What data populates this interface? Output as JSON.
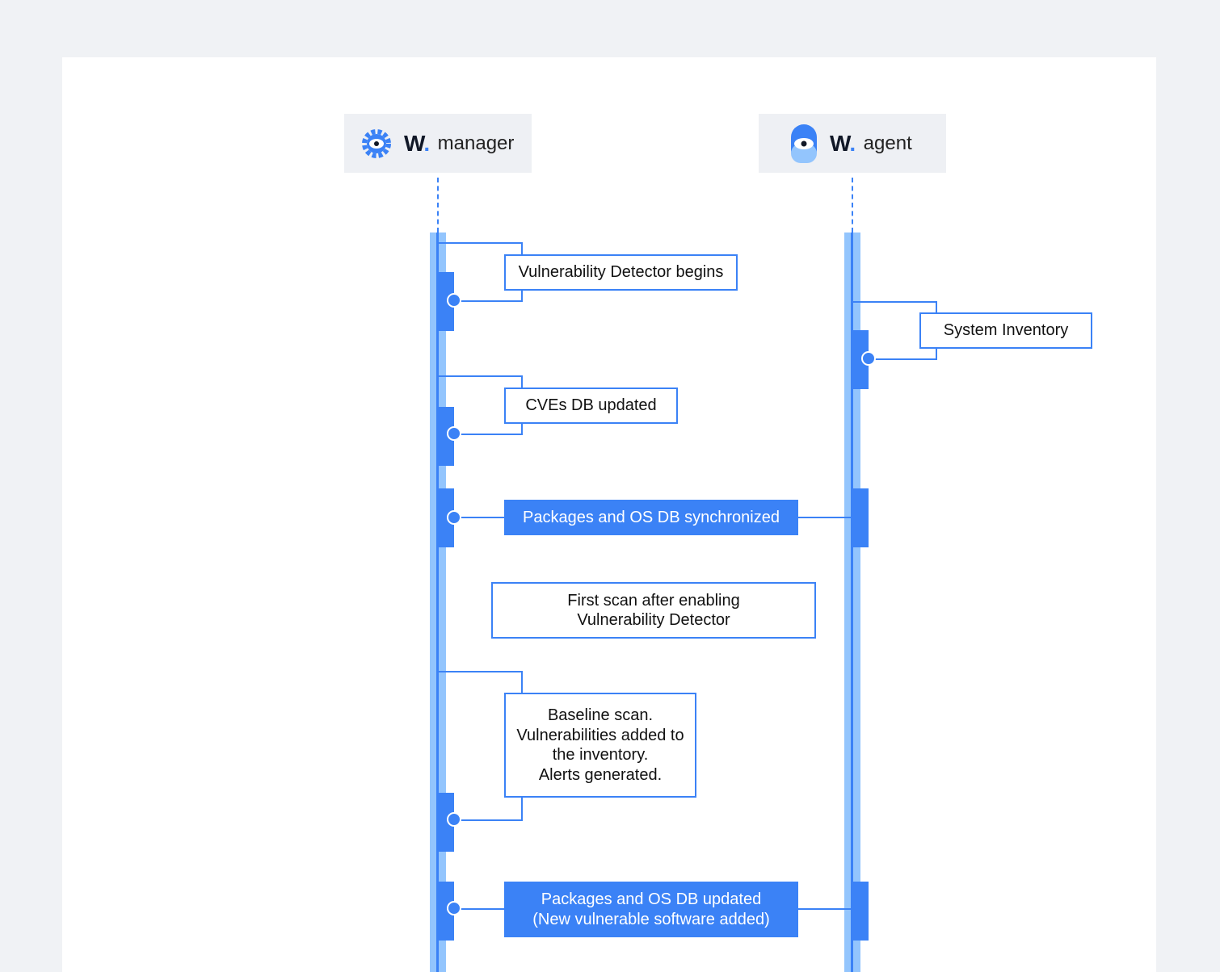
{
  "actors": {
    "manager": {
      "logo_letter": "W",
      "logo_dot": ".",
      "name": "manager",
      "icon": "gear-eye-icon"
    },
    "agent": {
      "logo_letter": "W",
      "logo_dot": ".",
      "name": "agent",
      "icon": "eye-icon"
    }
  },
  "steps": [
    {
      "text": "Vulnerability Detector begins",
      "kind": "self",
      "lifeline": "manager"
    },
    {
      "text": "System Inventory",
      "kind": "self",
      "lifeline": "agent"
    },
    {
      "text": "CVEs DB updated",
      "kind": "self",
      "lifeline": "manager"
    },
    {
      "text": "Packages and OS DB synchronized",
      "kind": "message",
      "from": "agent",
      "to": "manager"
    },
    {
      "text": "First scan after enabling\nVulnerability Detector",
      "kind": "note"
    },
    {
      "text": "Baseline scan.\nVulnerabilities added to\nthe inventory.\nAlerts generated.",
      "kind": "self",
      "lifeline": "manager"
    },
    {
      "text": "Packages and OS DB updated\n(New vulnerable software added)",
      "kind": "message",
      "from": "agent",
      "to": "manager"
    }
  ],
  "colors": {
    "accent": "#3b82f6",
    "lifeline": "#93c5fd",
    "background": "#f0f2f5",
    "actor_bg": "#eef0f4"
  }
}
